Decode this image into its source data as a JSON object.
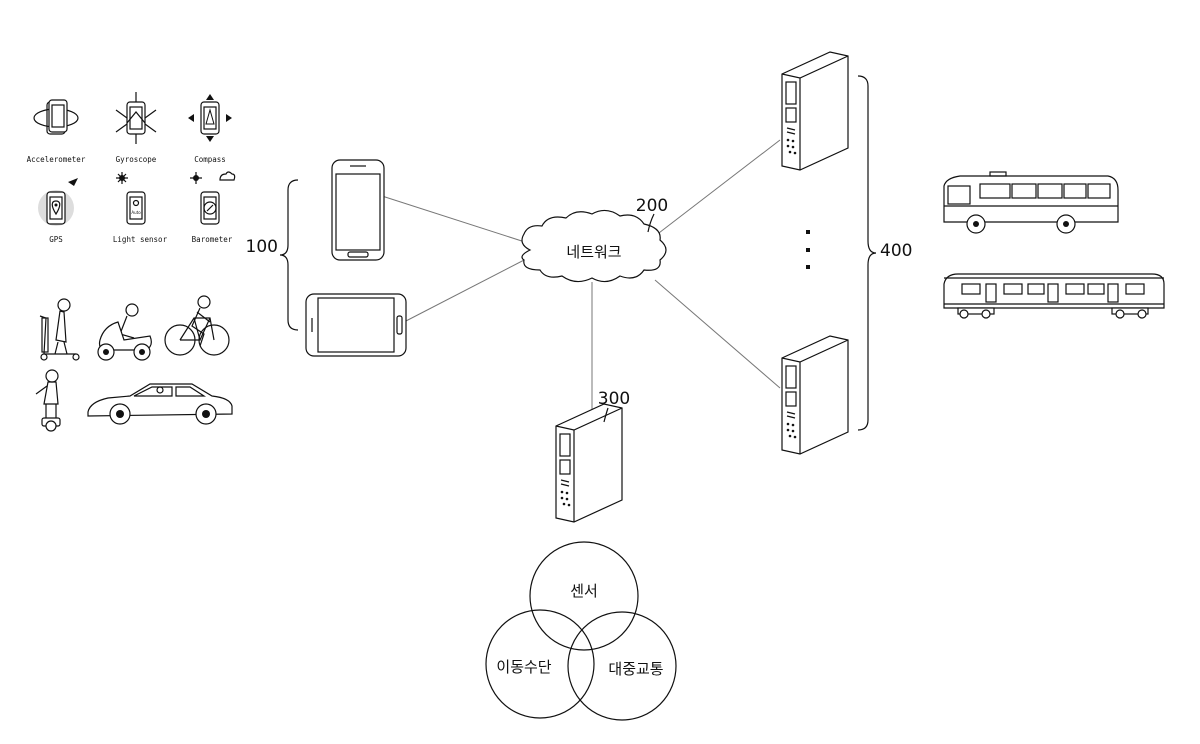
{
  "labels": {
    "user_devices": "100",
    "network_ref": "200",
    "analysis_server": "300",
    "transit_servers": "400"
  },
  "network_label": "네트워크",
  "sensors": [
    {
      "label": "Accelerometer",
      "icon": "accelerometer-icon"
    },
    {
      "label": "Gyroscope",
      "icon": "gyroscope-icon"
    },
    {
      "label": "Compass",
      "icon": "compass-icon"
    },
    {
      "label": "GPS",
      "icon": "gps-icon"
    },
    {
      "label": "Light sensor",
      "icon": "light-sensor-icon"
    },
    {
      "label": "Barometer",
      "icon": "barometer-icon"
    }
  ],
  "transport_modes": [
    "kick-scooter-icon",
    "motor-scooter-icon",
    "bicycle-icon",
    "hoverboard-icon",
    "car-icon"
  ],
  "public_transit": [
    "bus-icon",
    "subway-train-icon"
  ],
  "venn": {
    "top": "센서",
    "left": "이동수단",
    "right": "대중교통"
  },
  "colors": {
    "stroke": "#111111",
    "connector": "#777777",
    "background": "#ffffff"
  }
}
